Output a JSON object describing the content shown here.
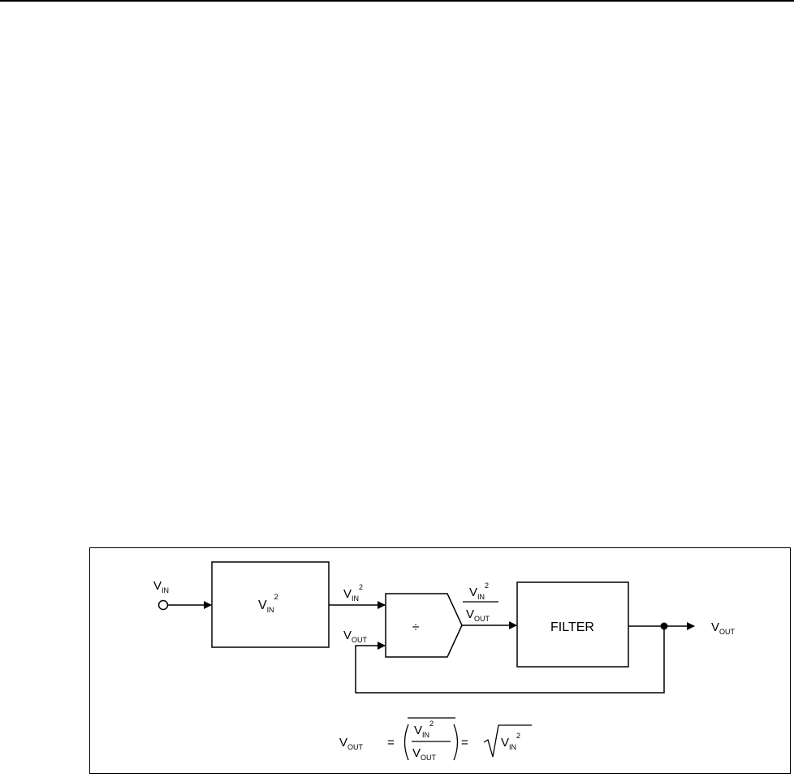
{
  "diagram": {
    "input_label": {
      "main": "V",
      "sub": "IN"
    },
    "square_block": {
      "main": "V",
      "sub": "IN",
      "sup": "2"
    },
    "square_out_label": {
      "main": "V",
      "sub": "IN",
      "sup": "2"
    },
    "feedback_label": {
      "main": "V",
      "sub": "OUT"
    },
    "divider_symbol": "÷",
    "ratio_label": {
      "num_main": "V",
      "num_sub": "IN",
      "num_sup": "2",
      "den_main": "V",
      "den_sub": "OUT"
    },
    "filter_label": "FILTER",
    "output_label": {
      "main": "V",
      "sub": "OUT"
    },
    "equation": {
      "lhs_main": "V",
      "lhs_sub": "OUT",
      "equals1": "=",
      "frac_num_main": "V",
      "frac_num_sub": "IN",
      "frac_num_sup": "2",
      "frac_den_main": "V",
      "frac_den_sub": "OUT",
      "equals2": "=",
      "sqrt_main": "V",
      "sqrt_sub": "IN",
      "sqrt_sup": "2"
    }
  }
}
